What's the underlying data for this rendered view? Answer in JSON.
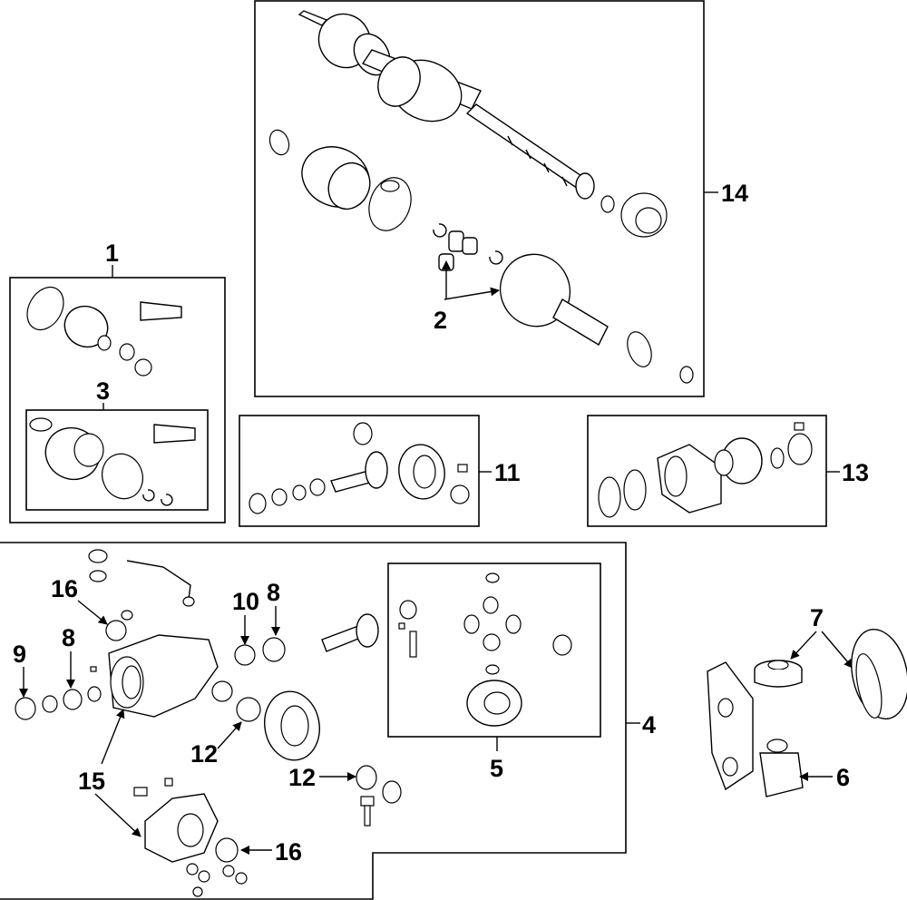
{
  "callouts": {
    "c1": "1",
    "c2": "2",
    "c3": "3",
    "c4": "4",
    "c5": "5",
    "c6": "6",
    "c7": "7",
    "c8a": "8",
    "c8b": "8",
    "c9": "9",
    "c10": "10",
    "c11": "11",
    "c12a": "12",
    "c12b": "12",
    "c13": "13",
    "c14": "14",
    "c15": "15",
    "c16a": "16",
    "c16b": "16"
  }
}
